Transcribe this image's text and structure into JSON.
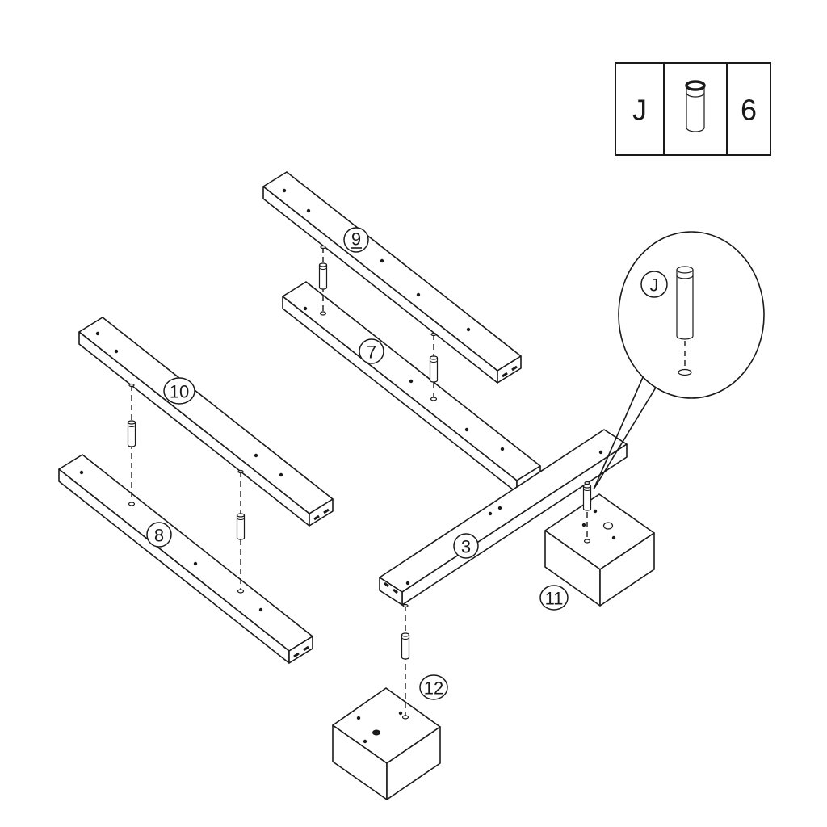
{
  "colors": {
    "line": "#1a1a1a",
    "background": "#ffffff"
  },
  "legend": {
    "part_letter": "J",
    "part_icon": "dowel-icon",
    "quantity": "6"
  },
  "callout": {
    "label": "J",
    "part_icon": "dowel-icon"
  },
  "part_labels": {
    "plank9": "9",
    "plank7": "7",
    "plank10": "10",
    "plank8": "8",
    "plank3": "3",
    "box11": "11",
    "box12": "12"
  }
}
